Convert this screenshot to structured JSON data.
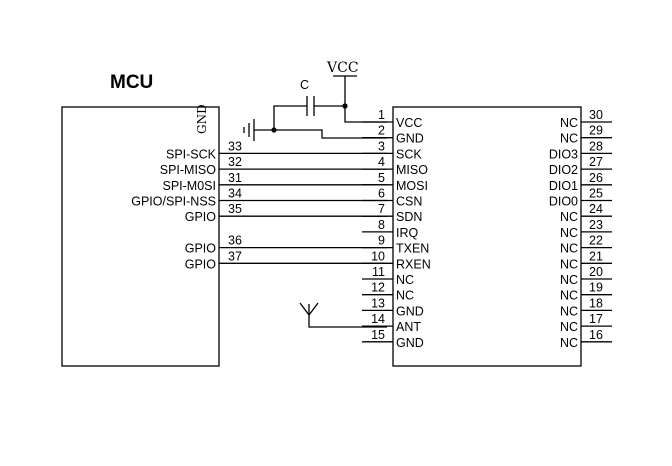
{
  "mcu": {
    "title": "MCU",
    "gnd_label": "GND",
    "pins": [
      {
        "label": "SPI-SCK",
        "num": "33"
      },
      {
        "label": "SPI-MISO",
        "num": "32"
      },
      {
        "label": "SPI-M0SI",
        "num": "31"
      },
      {
        "label": "GPIO/SPI-NSS",
        "num": "34"
      },
      {
        "label": "GPIO",
        "num": "35"
      },
      {
        "label": "GPIO",
        "num": "36"
      },
      {
        "label": "GPIO",
        "num": "37"
      }
    ]
  },
  "power": {
    "vcc_label": "VCC",
    "capacitor_label": "C"
  },
  "module": {
    "left_pins": [
      {
        "num": "1",
        "label": "VCC"
      },
      {
        "num": "2",
        "label": "GND"
      },
      {
        "num": "3",
        "label": "SCK"
      },
      {
        "num": "4",
        "label": "MISO"
      },
      {
        "num": "5",
        "label": "MOSI"
      },
      {
        "num": "6",
        "label": "CSN"
      },
      {
        "num": "7",
        "label": "SDN"
      },
      {
        "num": "8",
        "label": "IRQ"
      },
      {
        "num": "9",
        "label": "TXEN"
      },
      {
        "num": "10",
        "label": "RXEN"
      },
      {
        "num": "11",
        "label": "NC"
      },
      {
        "num": "12",
        "label": "NC"
      },
      {
        "num": "13",
        "label": "GND"
      },
      {
        "num": "14",
        "label": "ANT"
      },
      {
        "num": "15",
        "label": "GND"
      }
    ],
    "right_pins": [
      {
        "num": "30",
        "label": "NC"
      },
      {
        "num": "29",
        "label": "NC"
      },
      {
        "num": "28",
        "label": "DIO3"
      },
      {
        "num": "27",
        "label": "DIO2"
      },
      {
        "num": "26",
        "label": "DIO1"
      },
      {
        "num": "25",
        "label": "DIO0"
      },
      {
        "num": "24",
        "label": "NC"
      },
      {
        "num": "23",
        "label": "NC"
      },
      {
        "num": "22",
        "label": "NC"
      },
      {
        "num": "21",
        "label": "NC"
      },
      {
        "num": "20",
        "label": "NC"
      },
      {
        "num": "19",
        "label": "NC"
      },
      {
        "num": "18",
        "label": "NC"
      },
      {
        "num": "17",
        "label": "NC"
      },
      {
        "num": "16",
        "label": "NC"
      }
    ]
  }
}
